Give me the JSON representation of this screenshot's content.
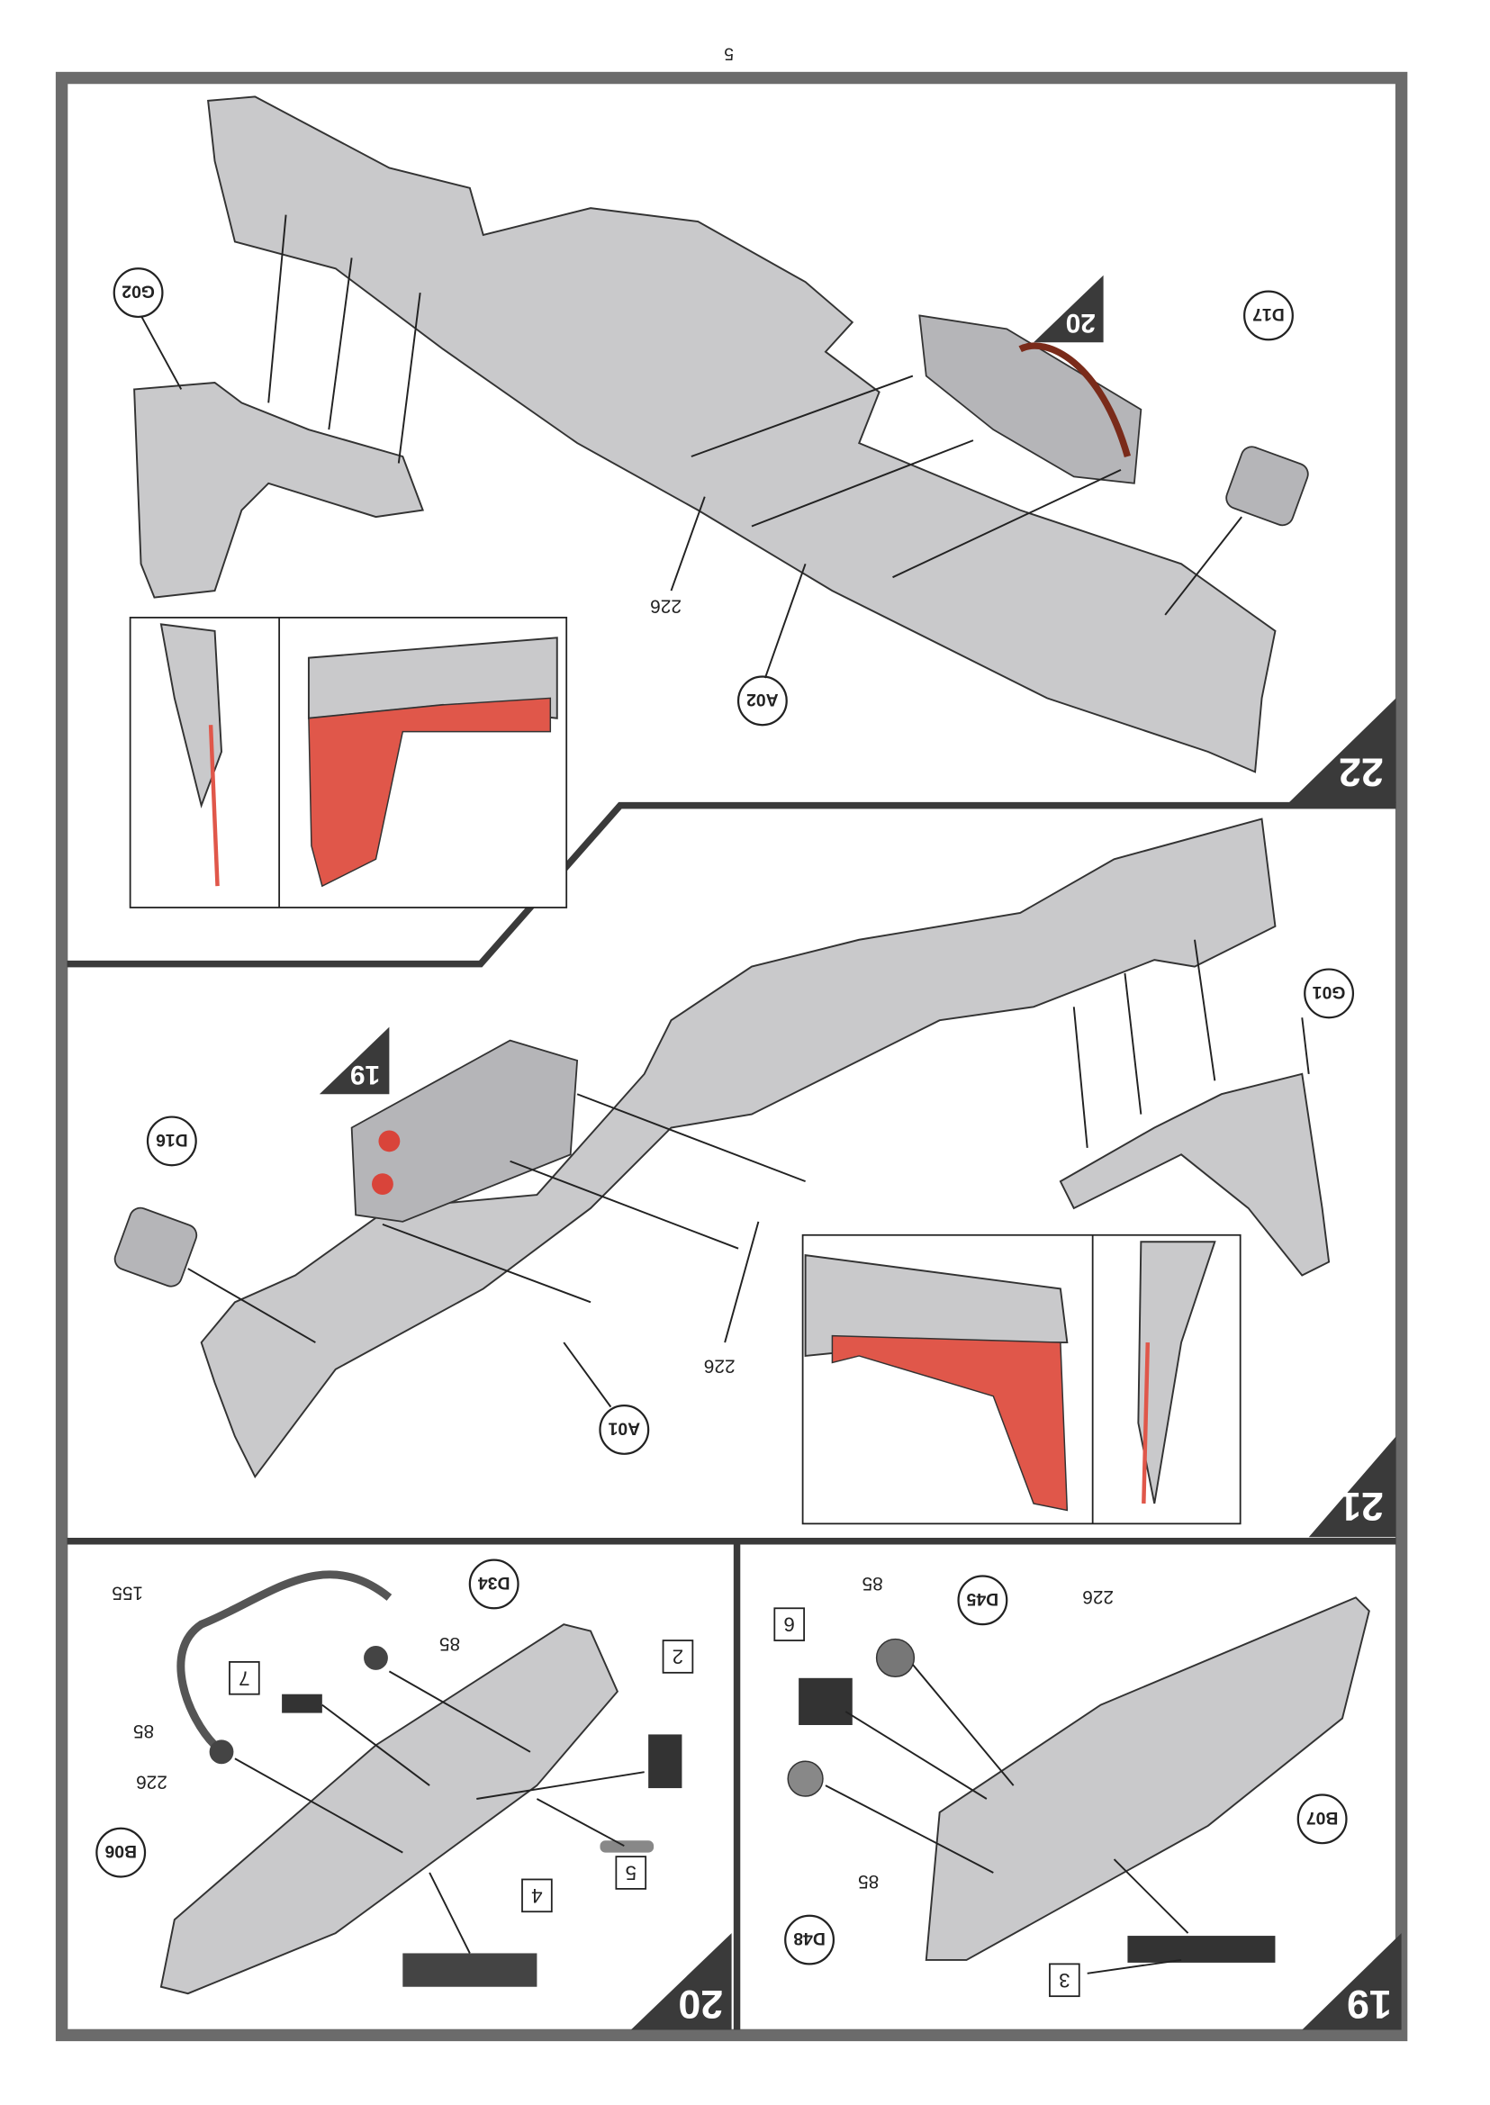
{
  "page_number": "5",
  "steps": {
    "s22": "22",
    "s21": "21",
    "s20": "20",
    "s19": "19",
    "ref_in_22": "20",
    "ref_in_21": "19"
  },
  "callouts": {
    "G02": "G02",
    "D17": "D17",
    "A02": "A02",
    "D16": "D16",
    "G01": "G01",
    "A01": "A01",
    "D34": "D34",
    "D45": "D45",
    "B07": "B07",
    "B06": "B06",
    "D48": "D48"
  },
  "paints": {
    "p22": "226",
    "p21": "226",
    "p19": "226",
    "p20": "226",
    "c20a": "85",
    "c20b": "85",
    "c19a": "85",
    "c19b": "85",
    "hose": "155"
  },
  "decals": {
    "d2": "2",
    "d7": "7",
    "d5": "5",
    "d4": "4",
    "d6": "6",
    "d3": "3"
  },
  "colors": {
    "paint_red": "#e0574a",
    "part_grey": "#c9c9cb",
    "frame": "#6b6b6b"
  }
}
